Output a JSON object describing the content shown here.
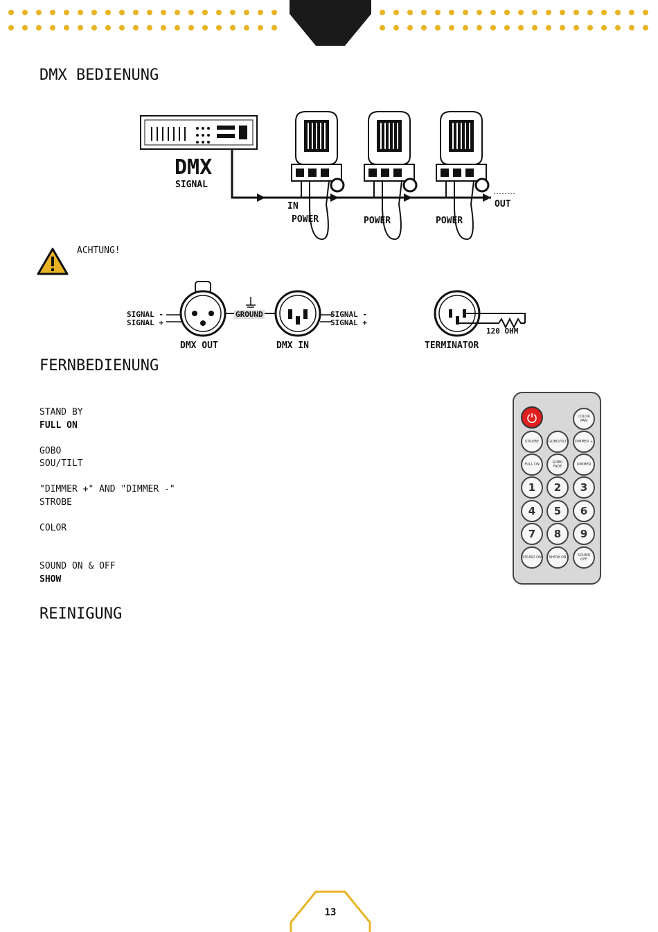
{
  "colors": {
    "accent": "#e8b424",
    "power_button": "#e02020"
  },
  "sections": {
    "dmx": {
      "title": "DMX BEDIENUNG"
    },
    "remote": {
      "title": "FERNBEDIENUNG"
    },
    "cleaning": {
      "title": "REINIGUNG"
    }
  },
  "dmx_diagram": {
    "dmx_big": "DMX",
    "signal": "SIGNAL",
    "in": "IN",
    "out": "OUT",
    "power": "POWER"
  },
  "warning": {
    "label": "ACHTUNG!"
  },
  "connectors": {
    "signal_minus": "SIGNAL -",
    "signal_plus": "SIGNAL +",
    "ground": "GROUND",
    "dmx_out": "DMX OUT",
    "dmx_in": "DMX IN",
    "terminator": "TERMINATOR",
    "ohm": "120 OHM"
  },
  "remote_list": [
    "STAND BY",
    "FULL ON",
    "GOBO",
    "SOU/TILT",
    "\"DIMMER +\" AND \"DIMMER -\"",
    "STROBE",
    "COLOR",
    "SOUND ON & OFF",
    "SHOW"
  ],
  "remote": {
    "color_pan": "COLOR PAN",
    "strobe": "STROBE",
    "gobo_tilt": "GOBO/TILT",
    "dimmer_plus": "DIMMER +",
    "full_on": "FULL ON",
    "gobo_fade": "GOBO FADE",
    "dimmer": "DIMMER",
    "numbers": [
      "1",
      "2",
      "3",
      "4",
      "5",
      "6",
      "7",
      "8",
      "9"
    ],
    "sound_on": "SOUND ON",
    "show_on": "SHOW ON",
    "sound_off": "SOUND OFF"
  },
  "page_number": "13"
}
